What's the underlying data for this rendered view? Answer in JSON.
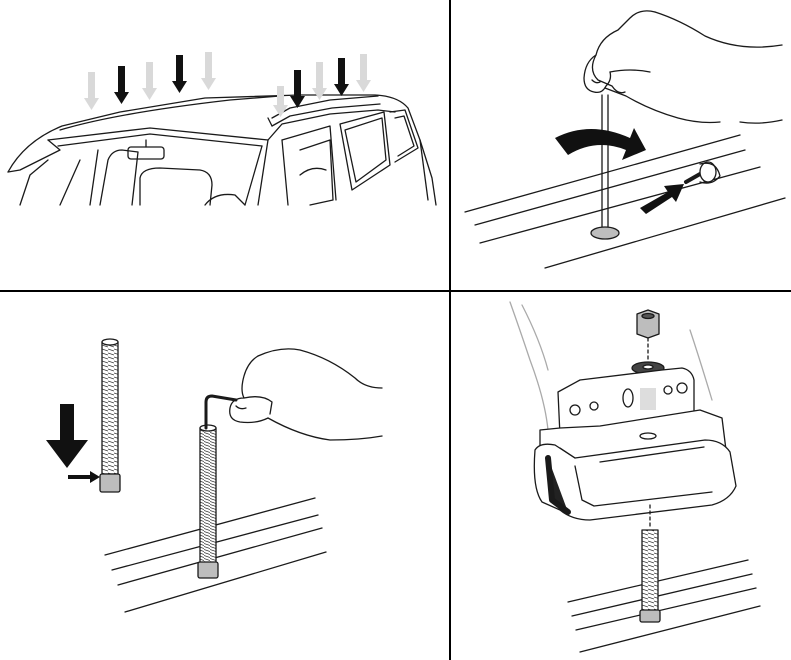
{
  "document": {
    "type": "assembly-instructions",
    "panels": [
      {
        "id": "step-1",
        "content": "car-roof-rail-mount-positions",
        "arrows_dark": 4,
        "arrows_light": 6
      },
      {
        "id": "step-2",
        "content": "turn-rod-and-insert-t-bolt-into-rail"
      },
      {
        "id": "step-3",
        "content": "insert-threaded-rod-and-tighten-with-hex-key"
      },
      {
        "id": "step-4",
        "content": "foot-assembly-with-washer-nut-and-rod"
      }
    ]
  },
  "colors": {
    "line": "#1a1a1a",
    "light_arrow": "#d9d9d9",
    "dark_arrow": "#111111",
    "panel_border": "#000000",
    "fill_gray": "#bdbdbd"
  }
}
